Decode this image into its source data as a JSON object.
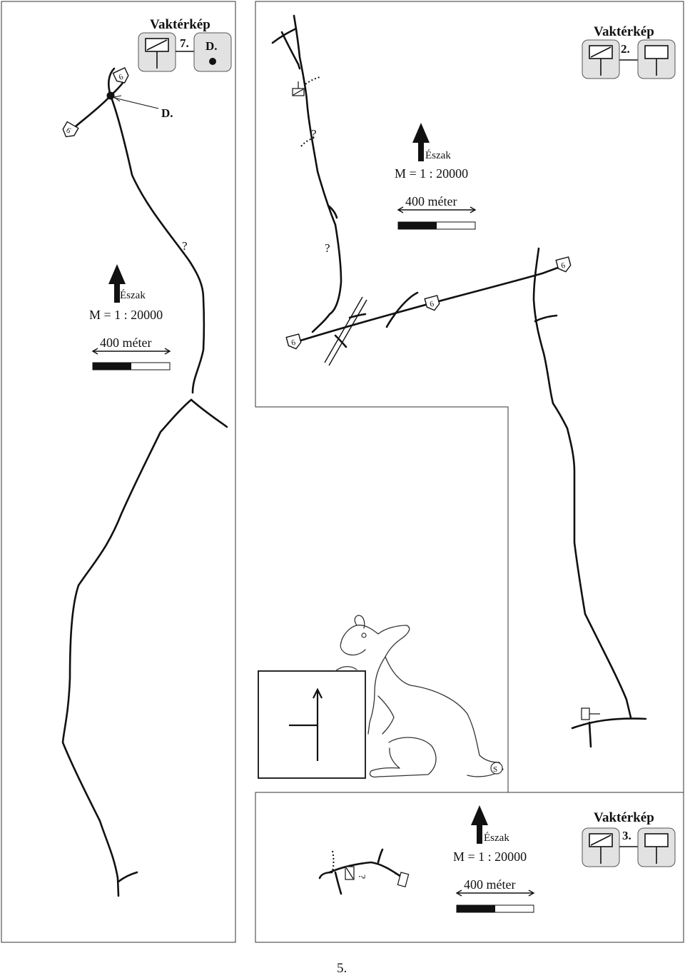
{
  "panel1": {
    "vakterkep": {
      "title": "Vaktérkép",
      "number": "7.",
      "target_label": "D."
    },
    "point_label": "D.",
    "question_mark": "?",
    "north_label": "Észak",
    "scale": "M = 1 : 20000",
    "distance": "400 méter"
  },
  "panel2": {
    "vakterkep": {
      "title": "Vaktérkép",
      "number": "2."
    },
    "question_marks": [
      "?",
      "?"
    ],
    "north_label": "Észak",
    "scale": "M = 1 : 20000",
    "distance": "400 méter"
  },
  "panel3": {
    "vakterkep": {
      "title": "Vaktérkép",
      "number": "3."
    },
    "question_mark": "?",
    "north_label": "Észak",
    "scale": "M = 1 : 20000",
    "distance": "400 méter"
  },
  "road_number": "6",
  "mascot_letter": "S",
  "page_number": "5."
}
